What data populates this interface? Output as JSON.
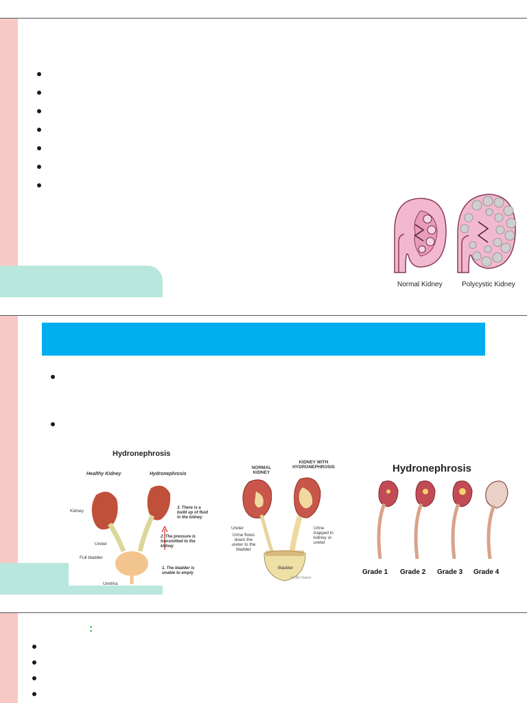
{
  "slide1": {
    "bullet_count": 7,
    "image": {
      "captions": [
        "Normal Kidney",
        "Polycystic Kidney"
      ]
    }
  },
  "slide2": {
    "bullet_count": 2,
    "figure_a": {
      "title": "Hydronephrosis",
      "headers": [
        "Healthy Kidney",
        "Hydronephrosis"
      ],
      "labels": [
        "Kidney",
        "Ureter",
        "Full bladder",
        "Urethra"
      ],
      "notes": [
        "3. There is a build up of fluid in the kidney",
        "2. The pressure is transmitted to the kidney",
        "1. The bladder is unable to empty"
      ]
    },
    "figure_b": {
      "headers": [
        "NORMAL KIDNEY",
        "KIDNEY WITH HYDRONEPHROSIS"
      ],
      "labels": [
        "Ureter",
        "Urine flows down the ureter to the bladder",
        "Urine trapped in kidney or ureter",
        "Bladder"
      ],
      "credit": "© LifE Dulsier"
    },
    "figure_c": {
      "title": "Hydronephrosis",
      "grades": [
        "Grade 1",
        "Grade 2",
        "Grade 3",
        "Grade 4"
      ]
    }
  },
  "slide3": {
    "heading_colon": ":",
    "bullet_count": 4
  },
  "colors": {
    "pink_bar": "#f6c9c7",
    "mint": "#b9e6dd",
    "banner": "#00aeef",
    "kidney_pink": "#f2b8cf",
    "kidney_red": "#b8323b",
    "cyst_gray": "#cfcfcf",
    "colon_green": "#1bb34a"
  }
}
